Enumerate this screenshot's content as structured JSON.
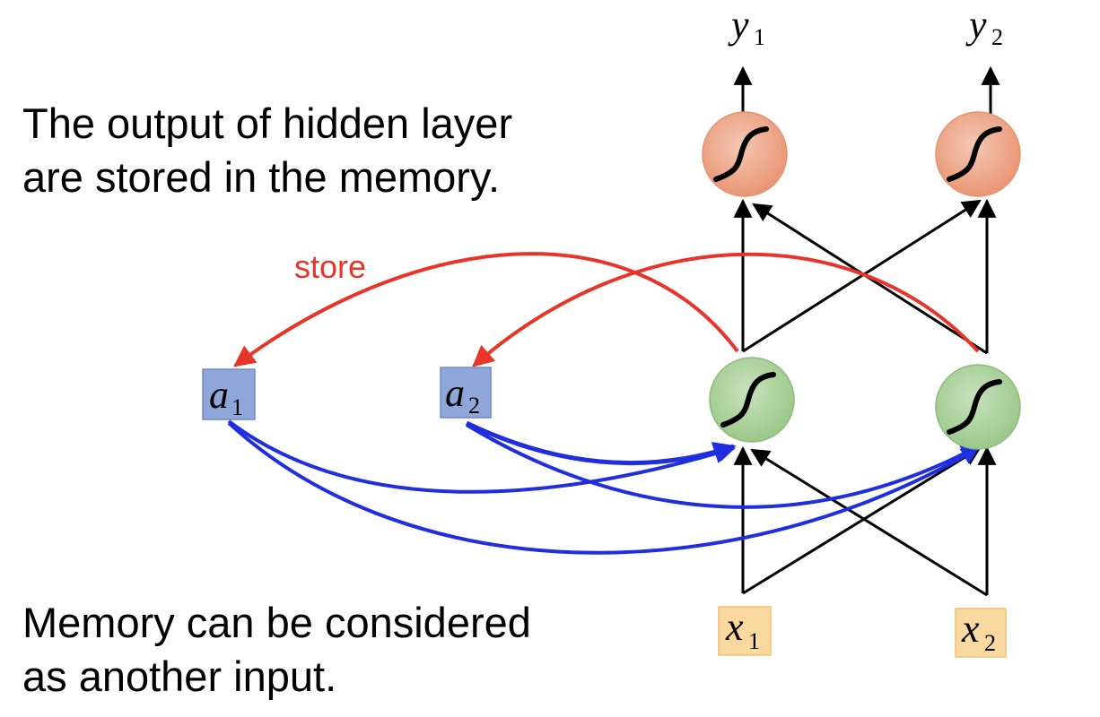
{
  "captions": {
    "top_line1": "The output of hidden layer",
    "top_line2": "are stored in the memory.",
    "bottom_line1": "Memory can be considered",
    "bottom_line2": "as  another input."
  },
  "store_label": "store",
  "nodes": {
    "a1": {
      "var": "a",
      "sub": "1"
    },
    "a2": {
      "var": "a",
      "sub": "2"
    },
    "x1": {
      "var": "x",
      "sub": "1"
    },
    "x2": {
      "var": "x",
      "sub": "2"
    },
    "y1": {
      "var": "y",
      "sub": "1"
    },
    "y2": {
      "var": "y",
      "sub": "2"
    }
  },
  "colors": {
    "store_arrow": "#e8352a",
    "memory_arrow": "#1f2fe0",
    "memory_box_fill": "#8fa6d8",
    "memory_box_stroke": "#6f88c4",
    "input_box_fill": "#fad9a0",
    "input_box_stroke": "#f0c070",
    "hidden_neuron": "#a6cf94",
    "output_neuron": "#eca082",
    "black": "#000000"
  },
  "icons": {
    "neuron_activation": "sigmoid-curve-icon"
  }
}
